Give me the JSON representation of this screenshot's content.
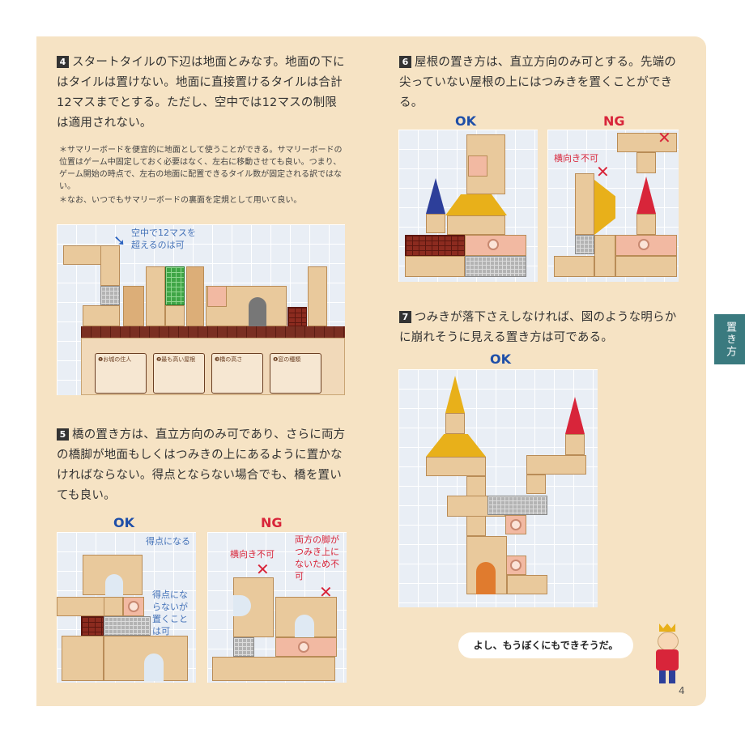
{
  "sections": {
    "s4": {
      "num": "4",
      "text": "スタートタイルの下辺は地面とみなす。地面の下にはタイルは置けない。地面に直接置けるタイルは合計12マスまでとする。ただし、空中では12マスの制限は適用されない。"
    },
    "s4_note1": "＊サマリーボードを便宜的に地面として使うことができる。サマリーボードの位置はゲーム中固定しておく必要はなく、左右に移動させても良い。つまり、ゲーム開始の時点で、左右の地面に配置できるタイル数が固定される訳ではない。",
    "s4_note2": "＊なお、いつでもサマリーボードの裏面を定規として用いて良い。",
    "s4_annot": "空中で12マスを超えるのは可",
    "board_cells": [
      "❶お城の住人",
      "❷最も高い屋根",
      "❸橋の高さ",
      "❹窓の種類"
    ],
    "s5": {
      "num": "5",
      "text": "橋の置き方は、直立方向のみ可であり、さらに両方の橋脚が地面もしくはつみきの上にあるように置かなければならない。得点とならない場合でも、橋を置いても良い。"
    },
    "s5_ok": "OK",
    "s5_ng": "NG",
    "s5_annot_a": "得点になる",
    "s5_annot_b": "得点にならないが置くことは可",
    "s5_annot_c": "横向き不可",
    "s5_annot_d": "両方の脚がつみき上にないため不可",
    "s6": {
      "num": "6",
      "text": "屋根の置き方は、直立方向のみ可とする。先端の尖っていない屋根の上にはつみきを置くことができる。"
    },
    "s6_ok": "OK",
    "s6_ng": "NG",
    "s6_annot": "横向き不可",
    "s7": {
      "num": "7",
      "text": "つみきが落下さえしなければ、図のような明らかに崩れそうに見える置き方は可である。"
    },
    "s7_ok": "OK",
    "speech": "よし、もうぼくにもできそうだ。",
    "tab": "置き方",
    "page_number": "4",
    "x_mark": "✕",
    "colors": {
      "page_bg": "#f6e3c4",
      "tab": "#3a7a7f",
      "ok": "#1f4fa8",
      "ng": "#d8253a"
    }
  }
}
